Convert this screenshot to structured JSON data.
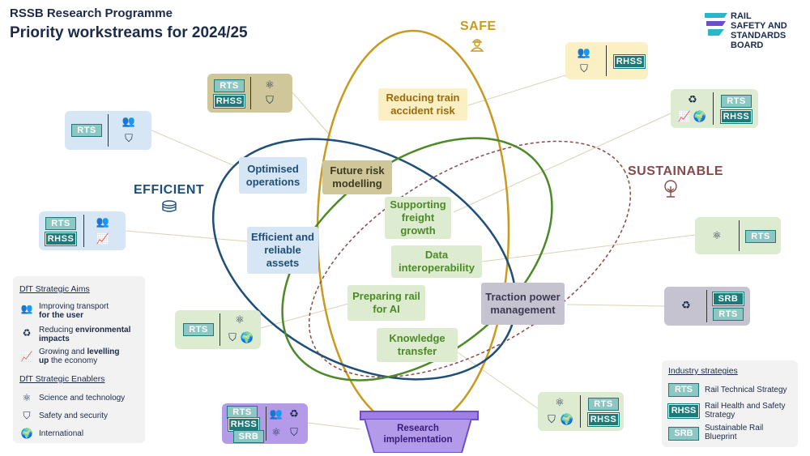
{
  "header": {
    "line1": "RSSB Research Programme",
    "line2": "Priority workstreams for 2024/25"
  },
  "logo": {
    "line1": "RAIL",
    "line2": "SAFETY AND",
    "line3": "STANDARDS",
    "line4": "BOARD",
    "colors": [
      "#29b6c8",
      "#6a4fc9",
      "#1b2a4a"
    ]
  },
  "categories": {
    "safe": {
      "label": "SAFE",
      "color": "#c99a1e",
      "icon": "worker-icon"
    },
    "efficient": {
      "label": "EFFICIENT",
      "color": "#1f4e79",
      "icon": "coins-icon"
    },
    "sustainable": {
      "label": "SUSTAINABLE",
      "color": "#8a4a4a",
      "icon": "tree-icon"
    }
  },
  "workstreams": {
    "reducing": "Reducing train accident risk",
    "optimised": "Optimised operations",
    "efficient_assets": "Efficient and reliable assets",
    "future_risk": "Future risk modelling",
    "freight": "Supporting freight growth",
    "data": "Data interoperability",
    "ai": "Preparing rail for AI",
    "knowledge": "Knowledge transfer",
    "traction": "Traction power management",
    "research": "Research implementation"
  },
  "tags": {
    "rts": "RTS",
    "rhss": "RHSS",
    "srb": "SRB"
  },
  "dft_panel": {
    "aims_title": "DfT Strategic Aims",
    "aim1_a": "Improving transport",
    "aim1_b": "for the user",
    "aim2_a": "Reducing ",
    "aim2_b": "environmental",
    "aim2_c": "impacts",
    "aim3_a": "Growing and ",
    "aim3_b": "levelling",
    "aim3_c": "up",
    "aim3_d": " the economy",
    "enablers_title": "DfT Strategic Enablers",
    "en1": "Science and technology",
    "en2": "Safety and security",
    "en3": "International"
  },
  "industry_panel": {
    "title": "Industry strategies",
    "rts_desc": "Rail Technical Strategy",
    "rhss_desc": "Rail Health and Safety Strategy",
    "srb_desc": "Sustainable Rail Blueprint"
  },
  "icons": [
    "people-icon",
    "shield-icon",
    "recycle-icon",
    "growth-chart-icon",
    "atom-icon",
    "globe-icon",
    "worker-icon",
    "coins-icon",
    "tree-icon"
  ]
}
